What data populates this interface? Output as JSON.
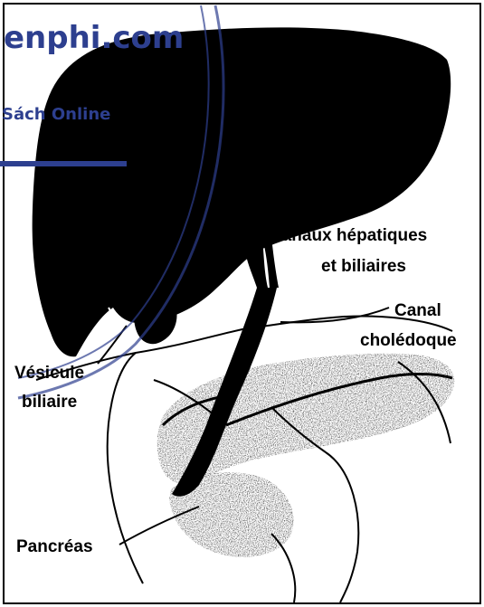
{
  "labels": {
    "hepatic_ducts_line1": "Canaux hépatiques",
    "hepatic_ducts_line2": "et biliaires",
    "common_bile_duct_line1": "Canal",
    "common_bile_duct_line2": "cholédoque",
    "gallbladder_line1": "Vésicule",
    "gallbladder_line2": "biliaire",
    "pancreas": "Pancréas"
  },
  "watermark": {
    "site": "enphi.com",
    "tagline": "Sách Online"
  },
  "colors": {
    "organ": "#000000",
    "watermark": "#2d3f8f",
    "background": "#ffffff"
  }
}
